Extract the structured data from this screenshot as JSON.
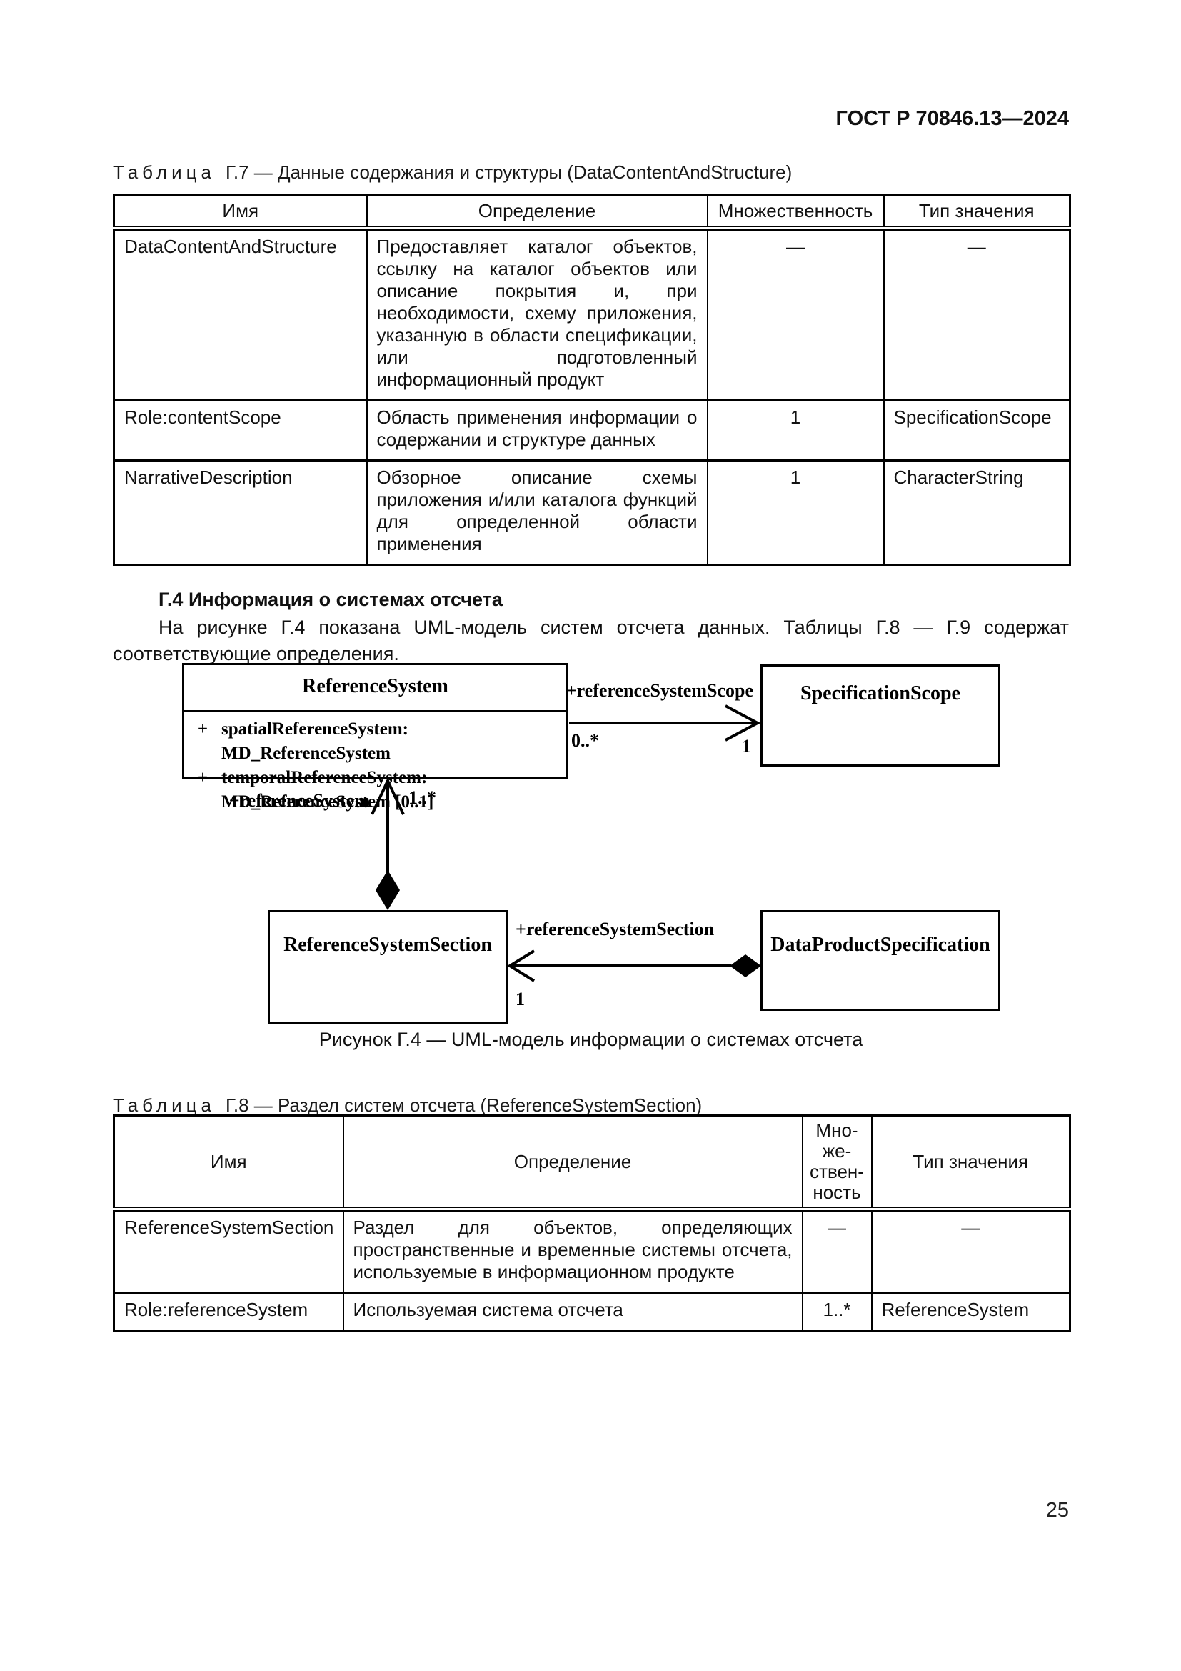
{
  "page": {
    "header": "ГОСТ Р 70846.13—2024",
    "number": "25"
  },
  "table_g7": {
    "caption_word": "Таблица",
    "caption_rest": "Г.7 — Данные содержания и структуры (DataContentAndStructure)",
    "headers": [
      "Имя",
      "Определение",
      "Множественность",
      "Тип значения"
    ],
    "rows": [
      {
        "name": "DataContentAndStructure",
        "definition": "Предоставляет каталог объектов, ссылку на каталог объектов или описание покрытия и, при необходимости, схему приложения, указанную в области спецификации, или подготовленный информационный продукт",
        "multiplicity": "—",
        "type": "—"
      },
      {
        "name": "Role:contentScope",
        "definition": "Область применения информации о содержании и структуре данных",
        "multiplicity": "1",
        "type": "SpecificationScope"
      },
      {
        "name": "NarrativeDescription",
        "definition": "Обзорное описание схемы приложения и/или каталога функций для определенной области применения",
        "multiplicity": "1",
        "type": "CharacterString"
      }
    ]
  },
  "section": {
    "heading": "Г.4 Информация о системах отсчета",
    "paragraph": "На рисунке Г.4 показана UML-модель систем отсчета данных. Таблицы Г.8 — Г.9 содержат соответствующие определения."
  },
  "diagram": {
    "classes": {
      "reference_system": {
        "name": "ReferenceSystem",
        "attributes": [
          {
            "vis": "+",
            "text": "spatialReferenceSystem: MD_ReferenceSystem"
          },
          {
            "vis": "+",
            "text": "temporalReferenceSystem: MD_ReferenceSystem [0..1]"
          }
        ]
      },
      "specification_scope": {
        "name": "SpecificationScope"
      },
      "reference_system_section": {
        "name": "ReferenceSystemSection"
      },
      "data_product_specification": {
        "name": "DataProductSpecification"
      }
    },
    "associations": {
      "scope": {
        "label": "+referenceSystemScope",
        "source_mult": "0..*",
        "target_mult": "1"
      },
      "system": {
        "label": "+referenceSystem",
        "mult": "1..*"
      },
      "section": {
        "label": "+referenceSystemSection",
        "mult": "1"
      }
    }
  },
  "figure_caption": "Рисунок Г.4 — UML-модель информации о системах отсчета",
  "table_g8": {
    "caption_word": "Таблица",
    "caption_rest": "Г.8 — Раздел систем отсчета (ReferenceSystemSection)",
    "headers": [
      "Имя",
      "Определение",
      "Мно-\nже-\nствен-\nность",
      "Тип значения"
    ],
    "rows": [
      {
        "name": "ReferenceSystemSection",
        "definition": "Раздел для объектов, определяющих пространственные и временные системы отсчета, используемые в информационном продукте",
        "multiplicity": "—",
        "type": "—"
      },
      {
        "name": "Role:referenceSystem",
        "definition": "Используемая система отсчета",
        "multiplicity": "1..*",
        "type": "ReferenceSystem"
      }
    ]
  }
}
